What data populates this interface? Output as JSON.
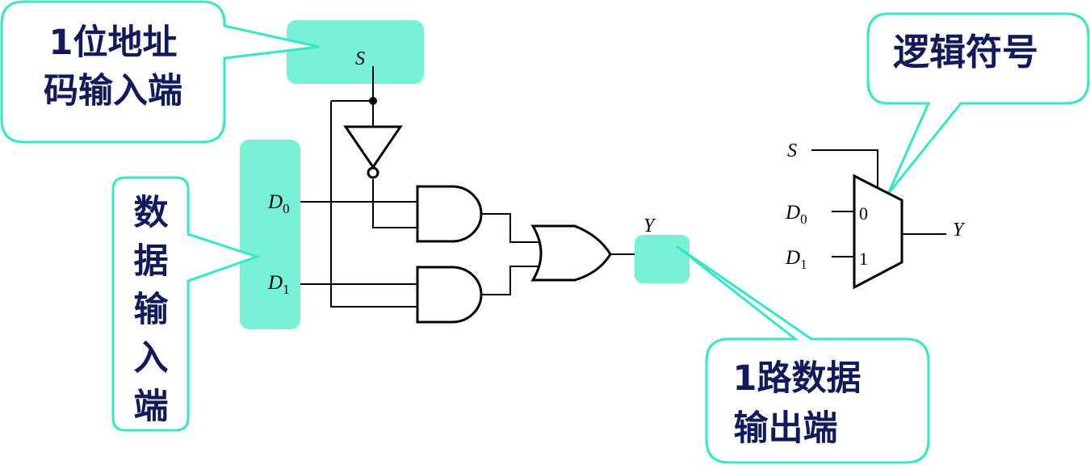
{
  "colors": {
    "highlight": "#77f2d6",
    "callout_border": "#33e8c6",
    "callout_text": "#101a5c",
    "wire": "#000000"
  },
  "callouts": {
    "address_input": [
      "1位地址",
      "码输入端"
    ],
    "data_input": [
      "数",
      "据",
      "输",
      "入",
      "端"
    ],
    "data_output": [
      "1路数据",
      "输出端"
    ],
    "logic_symbol": "逻辑符号"
  },
  "circuit": {
    "select_label": "S",
    "d0_label": "D",
    "d0_sub": "0",
    "d1_label": "D",
    "d1_sub": "1",
    "output_label": "Y"
  },
  "symbol": {
    "select_label": "S",
    "d0_label": "D",
    "d0_sub": "0",
    "d1_label": "D",
    "d1_sub": "1",
    "output_label": "Y",
    "input0_number": "0",
    "input1_number": "1"
  }
}
